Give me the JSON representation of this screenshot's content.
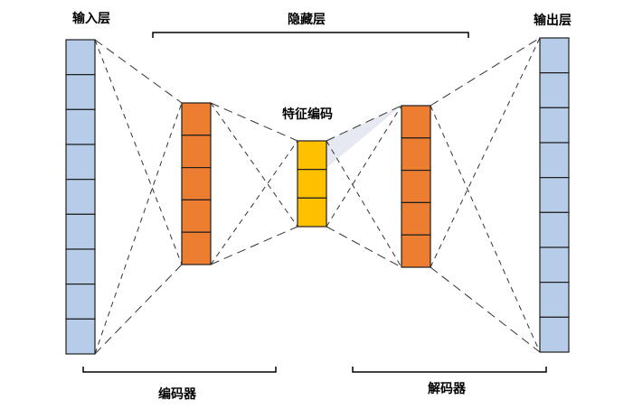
{
  "labels": {
    "input_layer": "输入层",
    "hidden_layer": "隐藏层",
    "output_layer": "输出层",
    "feature_code": "特征编码",
    "encoder": "编码器",
    "decoder": "解码器"
  },
  "layers": {
    "input": {
      "cells": 9,
      "color": "#b7cce9"
    },
    "encoder": {
      "cells": 5,
      "color": "#ed7d31"
    },
    "code": {
      "cells": 3,
      "color": "#ffc000"
    },
    "decoder": {
      "cells": 5,
      "color": "#ed7d31"
    },
    "output": {
      "cells": 9,
      "color": "#b7cce9"
    }
  },
  "colors": {
    "cell_border": "#1f1f1f",
    "connection": "#333333",
    "highlight": "#e6e9f1"
  }
}
